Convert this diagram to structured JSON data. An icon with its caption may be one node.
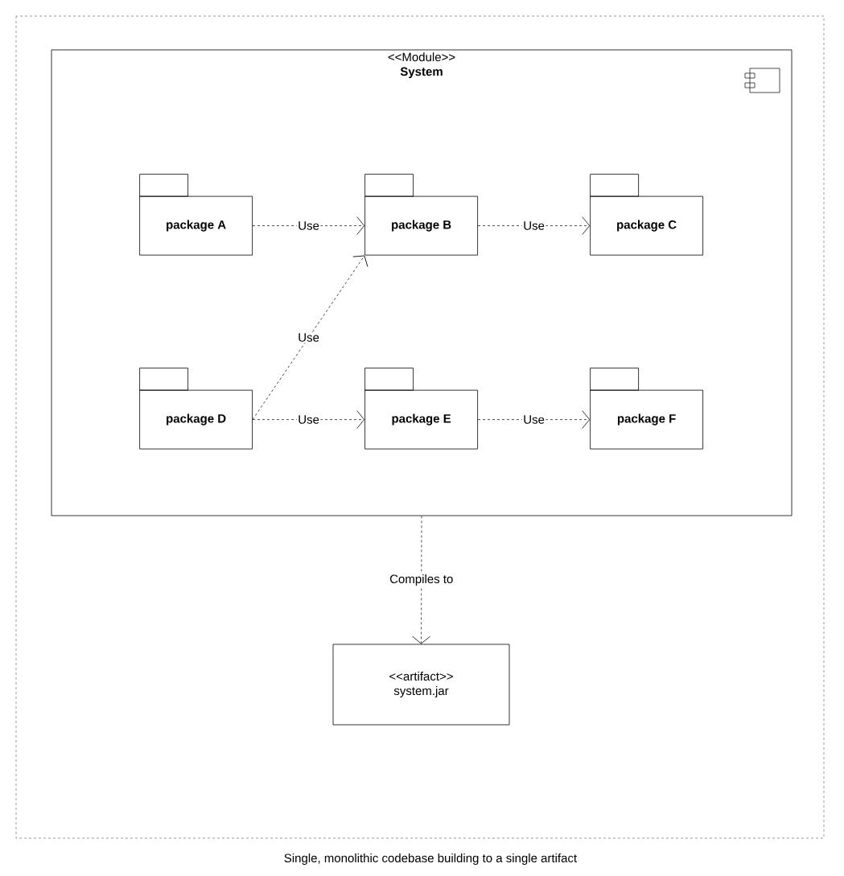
{
  "diagram": {
    "caption": "Single, monolithic codebase building to a single artifact",
    "nodes": [
      {
        "text": [
          "<<Module>>",
          "System"
        ]
      },
      {
        "text": [
          "package A"
        ],
        "in": 0
      },
      {
        "text": [
          "package B"
        ],
        "in": 0
      },
      {
        "text": [
          "package C"
        ],
        "in": 0
      },
      {
        "text": [
          "package D"
        ],
        "in": 0
      },
      {
        "text": [
          "package E"
        ],
        "in": 0
      },
      {
        "text": [
          "package F"
        ],
        "in": 0
      },
      {
        "text": [
          "<<artifact>>",
          "system.jar"
        ]
      }
    ],
    "edges": [
      {
        "from": 1,
        "to": 2,
        "arrow": "to",
        "style": "dashed",
        "label": "Use"
      },
      {
        "from": 2,
        "to": 3,
        "arrow": "to",
        "style": "dashed",
        "label": "Use"
      },
      {
        "from": 4,
        "to": 2,
        "arrow": "to",
        "style": "dashed",
        "label": "Use"
      },
      {
        "from": 4,
        "to": 5,
        "arrow": "to",
        "style": "dashed",
        "label": "Use"
      },
      {
        "from": 5,
        "to": 6,
        "arrow": "to",
        "style": "dashed",
        "label": "Use"
      },
      {
        "from": 0,
        "to": 7,
        "arrow": "to",
        "style": "dashed",
        "label": "Compiles to"
      }
    ]
  }
}
